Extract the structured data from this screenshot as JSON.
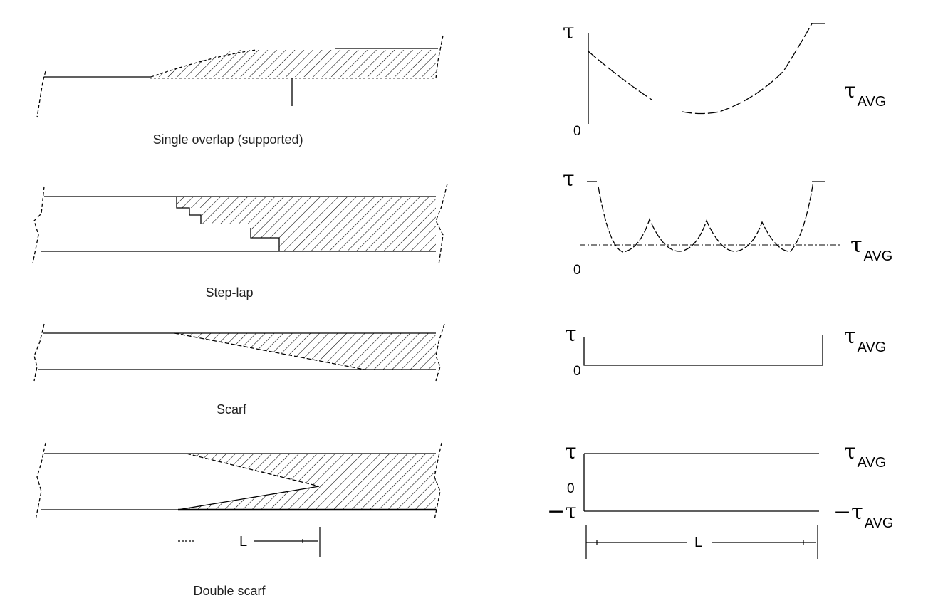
{
  "captions": {
    "single_overlap": "Single overlap (supported)",
    "step_lap": "Step-lap",
    "scarf": "Scarf",
    "double_scarf": "Double scarf"
  },
  "symbols": {
    "tau": "τ",
    "tau_avg_main": "τ",
    "tau_avg_sub": "AVG",
    "zero": "0",
    "neg_tau": "−τ",
    "neg_tau_avg_main": "−τ",
    "length": "L"
  }
}
